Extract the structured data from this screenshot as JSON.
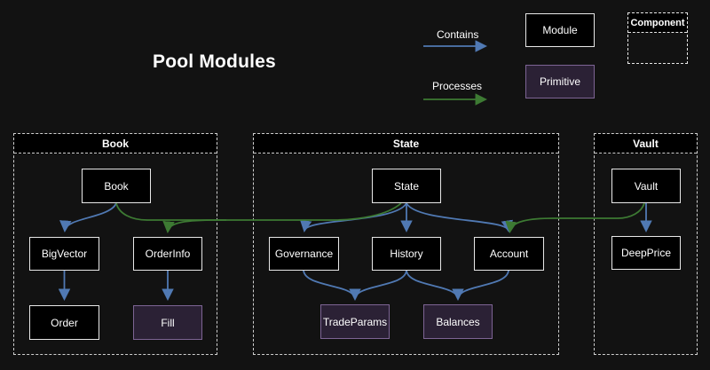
{
  "title": "Pool Modules",
  "legend": {
    "contains_label": "Contains",
    "processes_label": "Processes",
    "module_label": "Module",
    "primitive_label": "Primitive",
    "component_label": "Component"
  },
  "colors": {
    "background": "#121212",
    "contains_blue": "#5079b3",
    "processes_green": "#3d7a33",
    "module_fill": "#000000",
    "module_border": "#e8e8e8",
    "primitive_fill": "#2b2135",
    "primitive_border": "#7d6494",
    "container_dash": "#cfcfcf"
  },
  "containers": [
    {
      "label": "Book",
      "nodes": [
        {
          "label": "Book",
          "type": "module"
        },
        {
          "label": "BigVector",
          "type": "module"
        },
        {
          "label": "OrderInfo",
          "type": "module"
        },
        {
          "label": "Order",
          "type": "module"
        },
        {
          "label": "Fill",
          "type": "primitive"
        }
      ]
    },
    {
      "label": "State",
      "nodes": [
        {
          "label": "State",
          "type": "module"
        },
        {
          "label": "Governance",
          "type": "module"
        },
        {
          "label": "History",
          "type": "module"
        },
        {
          "label": "Account",
          "type": "module"
        },
        {
          "label": "TradeParams",
          "type": "primitive"
        },
        {
          "label": "Balances",
          "type": "primitive"
        }
      ]
    },
    {
      "label": "Vault",
      "nodes": [
        {
          "label": "Vault",
          "type": "module"
        },
        {
          "label": "DeepPrice",
          "type": "module"
        }
      ]
    }
  ],
  "edges": {
    "contains": [
      [
        "Book",
        "BigVector"
      ],
      [
        "BigVector",
        "Order"
      ],
      [
        "OrderInfo",
        "Fill"
      ],
      [
        "State",
        "Governance"
      ],
      [
        "State",
        "History"
      ],
      [
        "State",
        "Account"
      ],
      [
        "Governance",
        "TradeParams"
      ],
      [
        "History",
        "TradeParams"
      ],
      [
        "History",
        "Balances"
      ],
      [
        "Account",
        "Balances"
      ],
      [
        "Vault",
        "DeepPrice"
      ]
    ],
    "processes": [
      [
        "Book",
        "OrderInfo"
      ],
      [
        "State",
        "OrderInfo"
      ],
      [
        "Vault",
        "Account"
      ]
    ]
  }
}
